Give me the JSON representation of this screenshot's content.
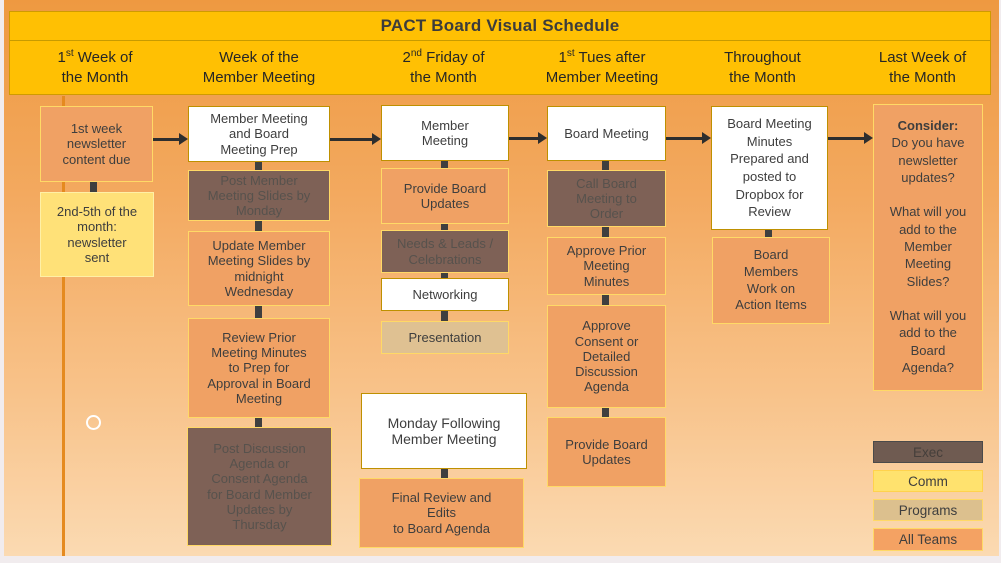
{
  "slide": {
    "title": "PACT Board Visual Schedule"
  },
  "columns": [
    {
      "header": {
        "pre": "1",
        "sup": "st",
        "post": " Week of",
        "line2": "the Month"
      },
      "boxes": [
        {
          "text": "1st week\nnewsletter\ncontent due",
          "team": "all-teams"
        },
        {
          "text": "2nd-5th of the\nmonth:\nnewsletter\nsent",
          "team": "comm"
        }
      ]
    },
    {
      "header": {
        "pre": "",
        "sup": "",
        "post": "Week of the",
        "line2": "Member Meeting"
      },
      "boxes": [
        {
          "text": "Member Meeting\nand Board\nMeeting Prep",
          "team": "meeting"
        },
        {
          "text": "Post Member\nMeeting Slides by\nMonday",
          "team": "exec"
        },
        {
          "text": "Update Member\nMeeting Slides by\nmidnight\nWednesday",
          "team": "all-teams"
        },
        {
          "text": "Review Prior\nMeeting Minutes\nto Prep for\nApproval in Board\nMeeting",
          "team": "all-teams"
        },
        {
          "text": "Post Discussion\nAgenda or\nConsent Agenda\nfor Board Member\nUpdates by\nThursday",
          "team": "exec"
        }
      ]
    },
    {
      "header": {
        "pre": "2",
        "sup": "nd",
        "post": " Friday of",
        "line2": "the Month"
      },
      "boxes": [
        {
          "text": "Member\nMeeting",
          "team": "meeting"
        },
        {
          "text": "Provide Board\nUpdates",
          "team": "all-teams"
        },
        {
          "text": "Needs & Leads /\nCelebrations",
          "team": "exec"
        },
        {
          "text": "Networking",
          "team": "meeting"
        },
        {
          "text": "Presentation",
          "team": "programs"
        },
        {
          "text": "Monday Following\nMember Meeting",
          "team": "meeting"
        },
        {
          "text": "Final Review and\nEdits\nto Board Agenda",
          "team": "all-teams"
        }
      ]
    },
    {
      "header": {
        "pre": "1",
        "sup": "st",
        "post": " Tues after",
        "line2": "Member Meeting"
      },
      "boxes": [
        {
          "text": "Board Meeting",
          "team": "meeting"
        },
        {
          "text": "Call Board\nMeeting to\nOrder",
          "team": "exec"
        },
        {
          "text": "Approve Prior\nMeeting\nMinutes",
          "team": "all-teams"
        },
        {
          "text": "Approve\nConsent or\nDetailed\nDiscussion\nAgenda",
          "team": "all-teams"
        },
        {
          "text": "Provide Board\nUpdates",
          "team": "all-teams"
        }
      ]
    },
    {
      "header": {
        "pre": "",
        "sup": "",
        "post": "Throughout",
        "line2": "the Month"
      },
      "boxes": [
        {
          "text": "Board Meeting\nMinutes\nPrepared and\nposted to\nDropbox for\nReview",
          "team": "meeting"
        },
        {
          "text": "Board\nMembers\nWork on\nAction Items",
          "team": "all-teams"
        }
      ]
    },
    {
      "header": {
        "pre": "",
        "sup": "",
        "post": "Last Week of",
        "line2": "the Month"
      },
      "boxes": [
        {
          "title": "Consider:",
          "text": "Do you have\nnewsletter\nupdates?\n\nWhat will you\nadd to the\nMember\nMeeting\nSlides?\n\nWhat will you\nadd to the\nBoard\nAgenda?",
          "team": "all-teams"
        }
      ]
    }
  ],
  "legend": [
    {
      "label": "Exec",
      "color": "#6F5B51"
    },
    {
      "label": "Comm",
      "color": "#FFE26E"
    },
    {
      "label": "Programs",
      "color": "#DCC08E"
    },
    {
      "label": "All Teams",
      "color": "#F4A263"
    }
  ],
  "colors": {
    "header_gold": "#FFC003",
    "box_orange": "#F0A164",
    "box_yellow": "#FFE178",
    "box_brown": "#7E6156",
    "box_tan": "#DFC192",
    "box_white": "#FFFFFF",
    "arrow_dark": "#2E2E2E"
  }
}
